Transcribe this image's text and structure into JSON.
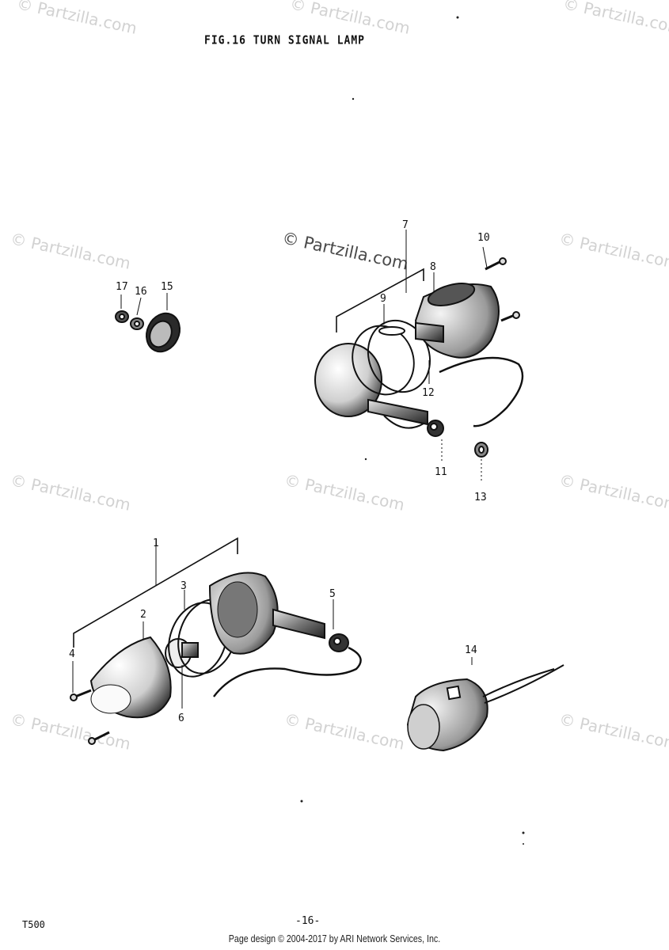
{
  "figure": {
    "title": "FIG.16  TURN SIGNAL LAMP"
  },
  "watermark": {
    "text": "© Partzilla.com"
  },
  "callouts": {
    "c1": "1",
    "c2": "2",
    "c3": "3",
    "c4": "4",
    "c5": "5",
    "c6": "6",
    "c7": "7",
    "c8": "8",
    "c9": "9",
    "c10": "10",
    "c11": "11",
    "c12": "12",
    "c13": "13",
    "c14": "14",
    "c15": "15",
    "c16": "16",
    "c17": "17"
  },
  "footer": {
    "model": "T500",
    "page_number": "-16-",
    "copyright": "Page design © 2004-2017 by ARI Network Services, Inc."
  }
}
